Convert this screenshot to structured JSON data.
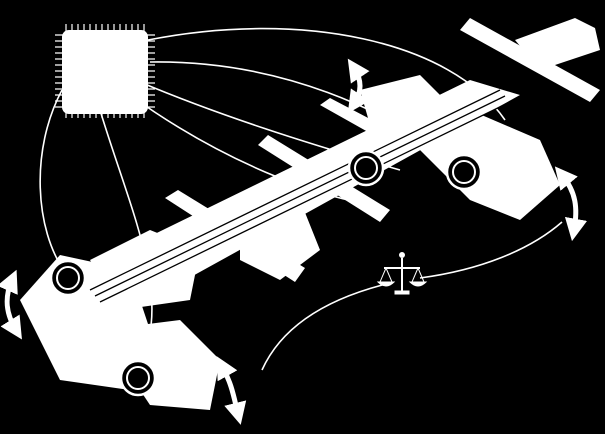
{
  "diagram": {
    "background_color": "#000000",
    "foreground_color": "#ffffff",
    "components": [
      "microchip-icon",
      "vehicle-chassis",
      "wheel-sensor-front-left",
      "wheel-sensor-rear-left",
      "wheel-sensor-front-right",
      "wheel-sensor-rear-right",
      "height-arrow-front-left",
      "height-arrow-rear-left",
      "height-arrow-front-right",
      "height-arrow-rear-right",
      "balance-scale-icon"
    ]
  }
}
